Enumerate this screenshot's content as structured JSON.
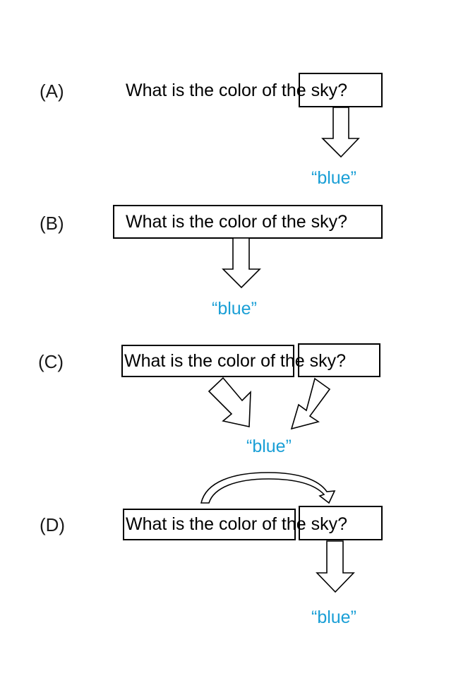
{
  "panels": [
    {
      "label": "(A)",
      "question": "What is the color of the sky?",
      "answer": "“blue”"
    },
    {
      "label": "(B)",
      "question": "What is the color of the sky?",
      "answer": "“blue”"
    },
    {
      "label": "(C)",
      "question": "What is the color of the sky?",
      "answer": "“blue”"
    },
    {
      "label": "(D)",
      "question": "What is the color of the sky?",
      "answer": "“blue”"
    }
  ],
  "colors": {
    "answer": "#1a9fd6",
    "stroke": "#000000"
  }
}
